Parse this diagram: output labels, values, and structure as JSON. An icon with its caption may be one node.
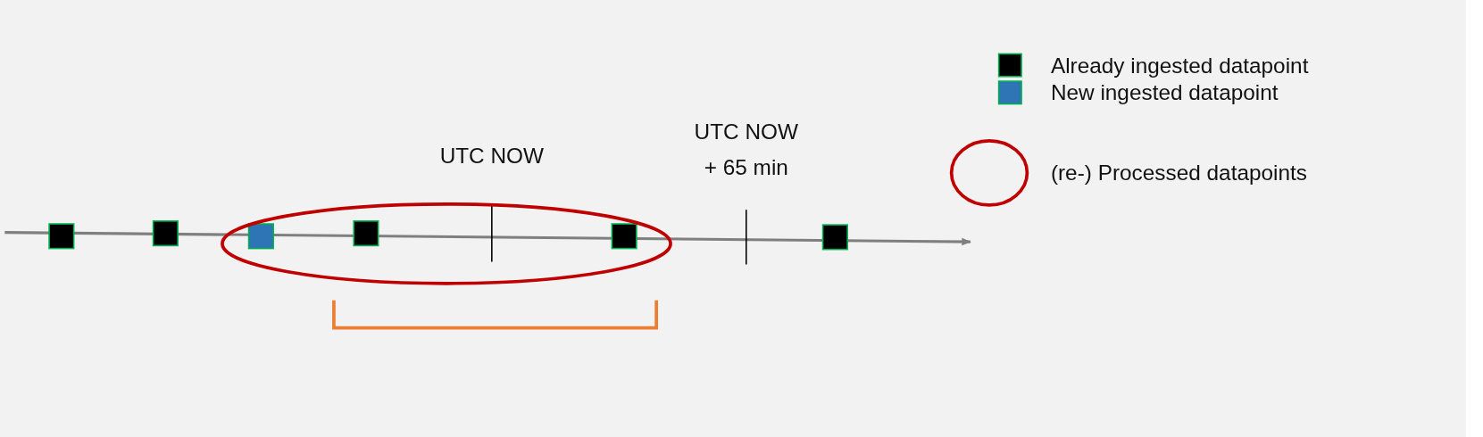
{
  "diagram": {
    "labels": [
      "UTC NOW",
      "UTC NOW + 65 min"
    ],
    "legend": [
      {
        "text": "Already ingested datapoint",
        "color": "#000000"
      },
      {
        "text": "New ingested datapoint",
        "color": "#2e75b6"
      },
      {
        "text": "(re-) Processed datapoints"
      }
    ]
  }
}
